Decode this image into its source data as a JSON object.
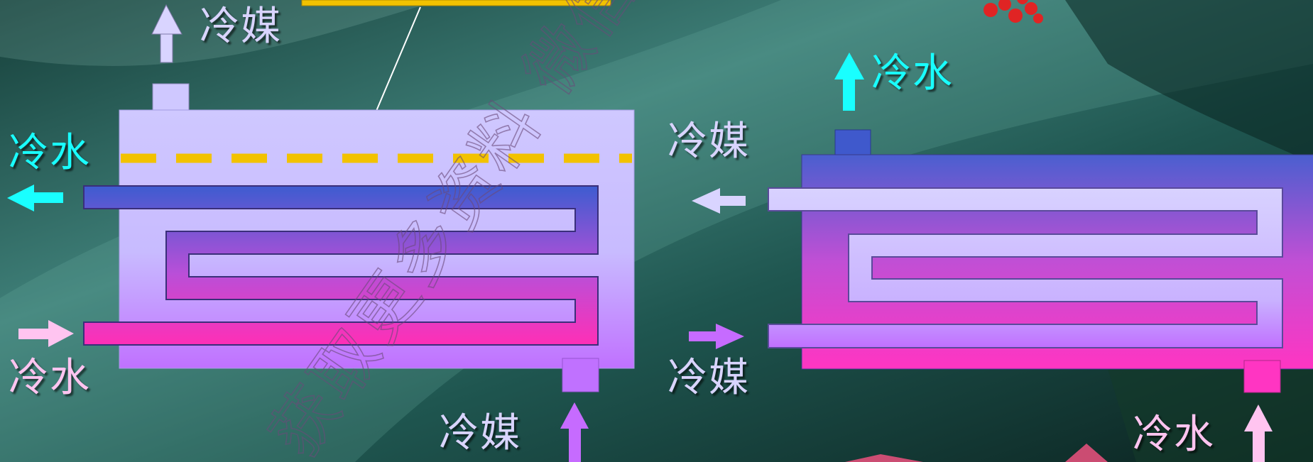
{
  "labels": {
    "refrigerant": "冷媒",
    "cold_water": "冷水"
  },
  "watermark": "获取更多资料 微信搜索",
  "colors": {
    "background_dark": "#0d2a26",
    "background_mid": "#2f6e66",
    "background_light": "#7fb3aa",
    "shell_lavender": "#cfc8ff",
    "shell_violet": "#c275ff",
    "blue_tube": "#3b59c9",
    "magenta_tube": "#ff2fb4",
    "light_tube": "#d8d2ff",
    "right_shell_top": "#4a5fcf",
    "right_shell_bottom": "#ff35c2",
    "yellow_line": "#f2c200",
    "label_cyan": "#19ffff",
    "label_lavender": "#d9d4ff",
    "label_pink": "#ffc4f0",
    "arrow_violet": "#c66bff"
  },
  "icons": {
    "arrow_up": "arrow-up-icon",
    "arrow_left": "arrow-left-icon",
    "arrow_right": "arrow-right-icon"
  }
}
